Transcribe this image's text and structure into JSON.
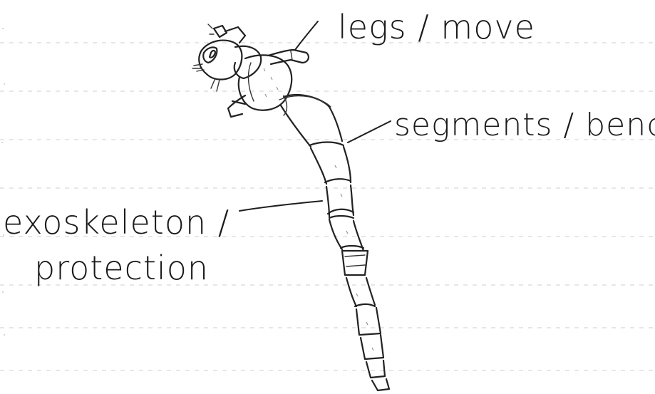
{
  "labels": {
    "legs": "legs / move",
    "segments": "segments / bend",
    "exoskeleton_line1": "exoskeleton /",
    "exoskeleton_line2": "protection"
  },
  "colors": {
    "paper": "#ffffff",
    "ink": "#222222",
    "ruled_lines": "#cfcfcf"
  }
}
